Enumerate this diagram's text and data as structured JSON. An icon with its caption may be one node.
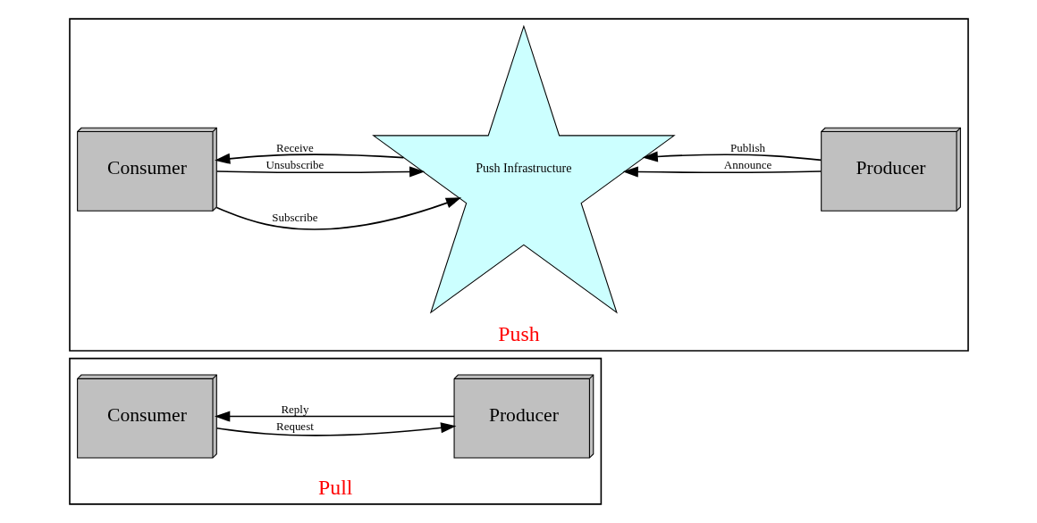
{
  "diagram": {
    "nodes": [
      {
        "text": [
          "Pull"
        ]
      },
      {
        "text": [
          "Consumer"
        ],
        "in": 0
      },
      {
        "text": [
          "Producer"
        ],
        "in": 0
      },
      {
        "text": [
          "Push"
        ]
      },
      {
        "text": [
          "Consumer"
        ],
        "in": 3
      },
      {
        "text": [
          "Push Infrastructure"
        ],
        "in": 3
      },
      {
        "text": [
          "Producer"
        ],
        "in": 3
      }
    ],
    "edges": [
      {
        "from": 1,
        "to": 2,
        "arrow": "to",
        "label": "Request"
      },
      {
        "from": 2,
        "to": 1,
        "arrow": "to",
        "label": "Reply"
      },
      {
        "from": 4,
        "to": 5,
        "arrow": "to",
        "label": "Subscribe"
      },
      {
        "from": 5,
        "to": 4,
        "arrow": "to",
        "label": "Receive"
      },
      {
        "from": 4,
        "to": 5,
        "arrow": "to",
        "label": "Unsubscribe"
      },
      {
        "from": 6,
        "to": 5,
        "arrow": "to",
        "label": "Announce"
      },
      {
        "from": 6,
        "to": 5,
        "arrow": "to",
        "label": "Publish"
      }
    ]
  }
}
